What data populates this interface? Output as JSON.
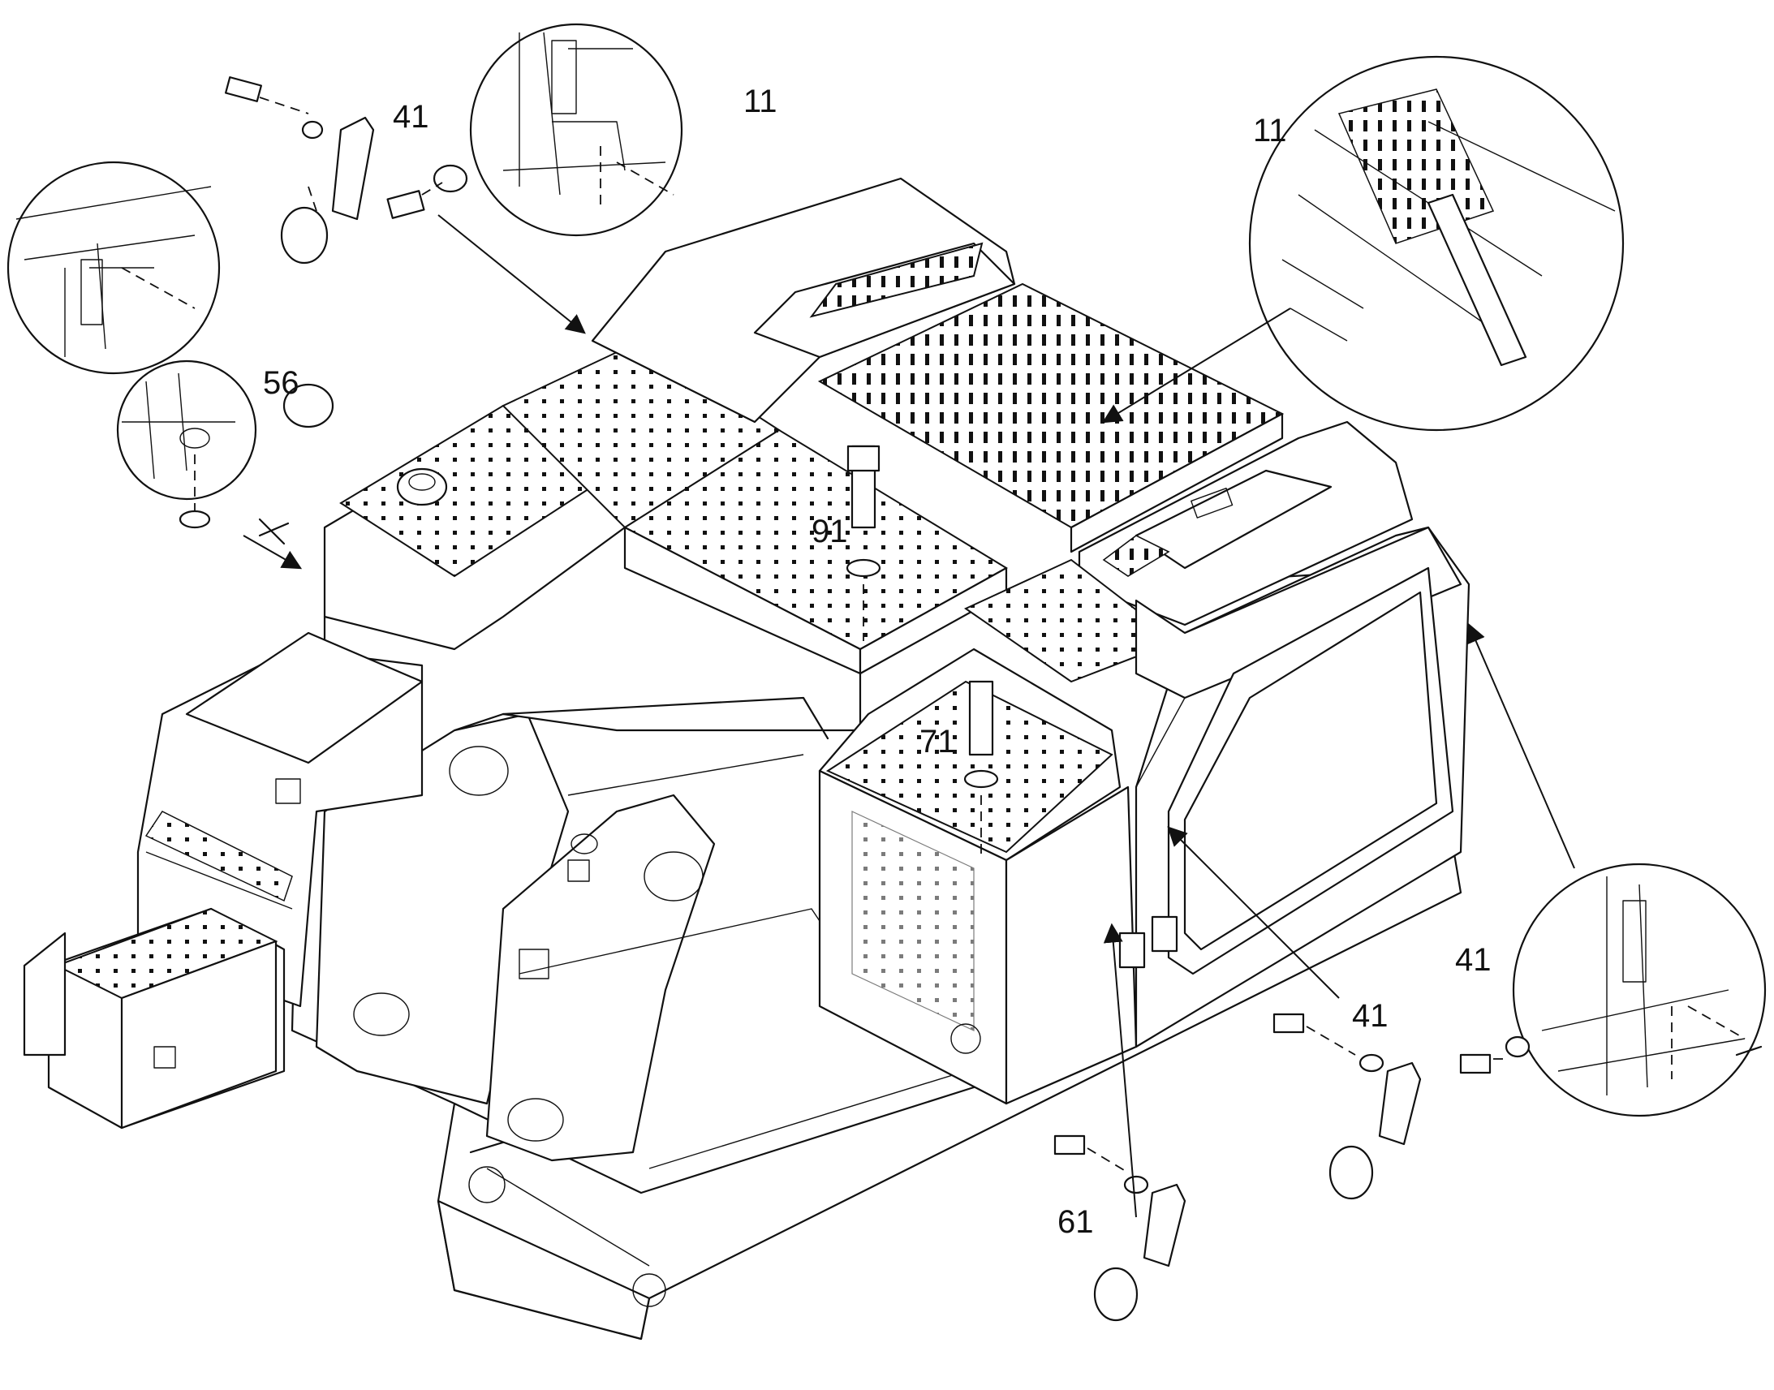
{
  "callouts": [
    {
      "id": "c41a",
      "label": "41"
    },
    {
      "id": "c11a",
      "label": "11"
    },
    {
      "id": "c11b",
      "label": "11"
    },
    {
      "id": "c56",
      "label": "56"
    },
    {
      "id": "c91",
      "label": "91"
    },
    {
      "id": "c71",
      "label": "71"
    },
    {
      "id": "c41b",
      "label": "41"
    },
    {
      "id": "c41c",
      "label": "41"
    },
    {
      "id": "c61",
      "label": "61"
    }
  ]
}
